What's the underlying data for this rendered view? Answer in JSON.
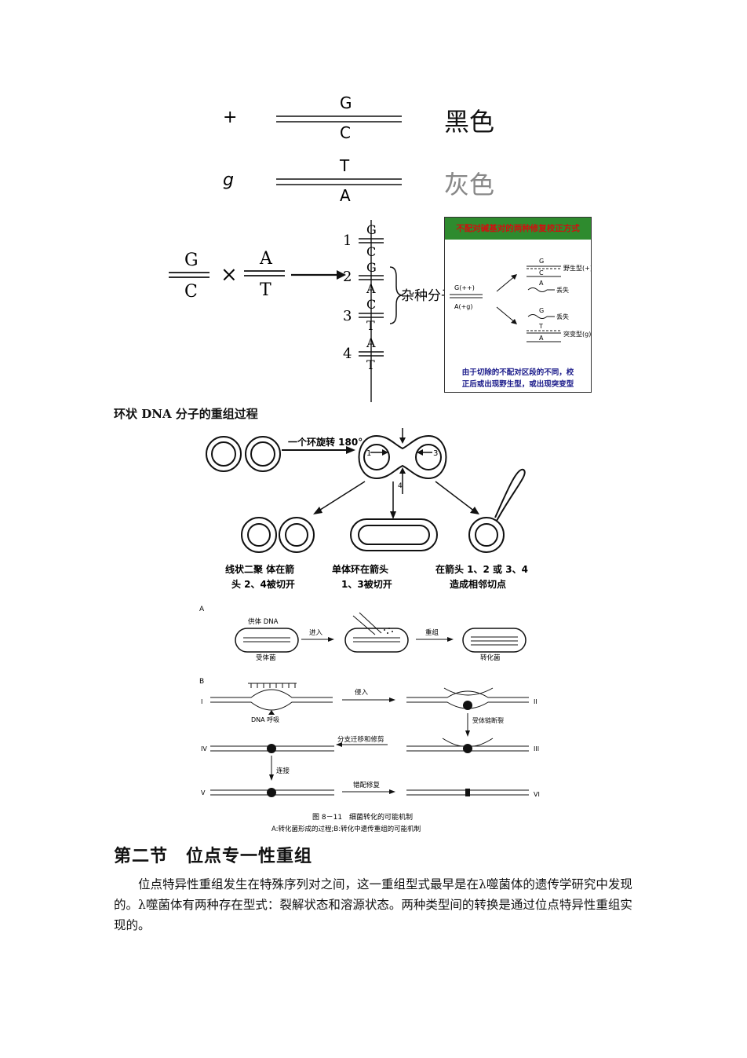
{
  "top_figure": {
    "row1": {
      "symbol": "+",
      "top_base": "G",
      "bottom_base": "C",
      "color": "黑色"
    },
    "row2": {
      "symbol": "g",
      "top_base": "T",
      "bottom_base": "A",
      "color": "灰色"
    }
  },
  "cross_figure": {
    "left_pair": {
      "top": "G",
      "bottom": "C"
    },
    "right_pair": {
      "top": "A",
      "bottom": "T"
    },
    "cross_sign": "×",
    "results": [
      {
        "num": "1",
        "top": "G",
        "bottom": "C"
      },
      {
        "num": "2",
        "top": "G",
        "bottom": "A"
      },
      {
        "num": "3",
        "top": "C",
        "bottom": "T"
      },
      {
        "num": "4",
        "top": "A",
        "bottom": "T"
      }
    ],
    "hybrid_label": "杂种分子"
  },
  "mismatch_box": {
    "header": "不配对碱基对的两种修复校正方式",
    "left_top": "G(++)",
    "left_bottom": "A(+g)",
    "wild": {
      "top": "G",
      "bottom": "C",
      "label": "野生型(+)"
    },
    "lost1": {
      "base": "A",
      "label": "丢失"
    },
    "lost2": {
      "base": "G",
      "label": "丢失"
    },
    "mutant": {
      "top": "T",
      "bottom": "A",
      "label": "突变型(g)"
    },
    "caption_line1": "由于切除的不配对区段的不同，校",
    "caption_line2": "正后或出现野生型，或出现突变型"
  },
  "circular_section": {
    "title": "环状 DNA 分子的重组过程",
    "rotate_label": "一个环旋转 180°",
    "arrow1": "1",
    "arrow3": "3",
    "arrow4": "4",
    "outcome1_line1": "线状二聚 体在箭",
    "outcome1_line2": "头 2、4被切开",
    "outcome2_line1": "单体环在箭头",
    "outcome2_line2": "1、3被切开",
    "outcome3_line1": "在箭头 1、2 或 3、4",
    "outcome3_line2": "造成相邻切点"
  },
  "transformation_figure": {
    "panel_a": "A",
    "donor_dna": "供体 DNA",
    "recipient": "受体菌",
    "enter": "进入",
    "recombine": "重组",
    "transformed": "转化菌",
    "panel_b": "B",
    "roman": [
      "I",
      "II",
      "III",
      "IV",
      "V",
      "VI"
    ],
    "dna_breathing": "DNA 呼吸",
    "invade": "侵入",
    "recipient_break": "受体链断裂",
    "branch_migration": "分支迁移和修剪",
    "ligation": "连接",
    "mismatch_repair": "错配修复",
    "caption1": "图 8－11　细菌转化的可能机制",
    "caption2": "A:转化菌形成的过程;B:转化中遗传重组的可能机制"
  },
  "section": {
    "title": "第二节　位点专一性重组",
    "paragraph": "位点特异性重组发生在特殊序列对之间，这一重组型式最早是在λ噬菌体的遗传学研究中发现的。λ噬菌体有两种存在型式：裂解状态和溶源状态。两种类型间的转换是通过位点特异性重组实现的。"
  },
  "colors": {
    "box_header_bg": "#2e8b2e",
    "box_header_text": "#d01010",
    "gray_text": "#888888"
  }
}
